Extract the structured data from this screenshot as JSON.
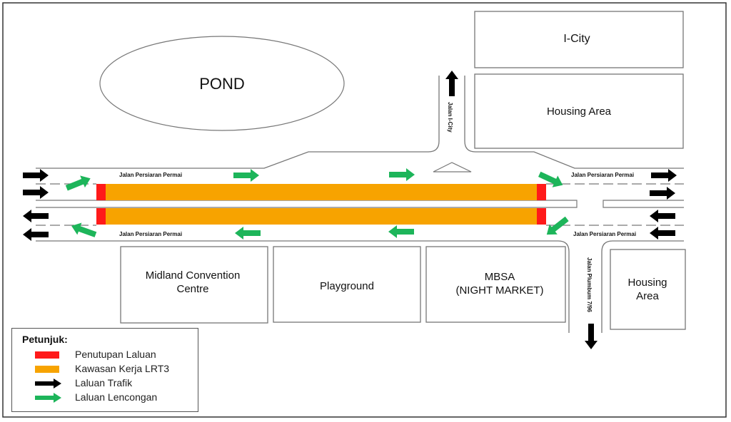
{
  "colors": {
    "closure": "#ff1a1a",
    "work_zone": "#f7a300",
    "traffic_arrow": "#000000",
    "detour_arrow": "#1db55a",
    "line": "#777777"
  },
  "landmarks": {
    "pond": "POND",
    "icity": "I-City",
    "housing_north": "Housing Area",
    "midland_line1": "Midland Convention",
    "midland_line2": "Centre",
    "playground": "Playground",
    "mbsa_line1": "MBSA",
    "mbsa_line2": "(NIGHT MARKET)",
    "housing_south_line1": "Housing",
    "housing_south_line2": "Area"
  },
  "roads": {
    "main_road": "Jalan Persiaran Permai",
    "north_road": "Jalan I-City",
    "south_road": "Jalan Plumbum 7/96"
  },
  "legend": {
    "title": "Petunjuk:",
    "items": [
      {
        "label": "Penutupan Laluan",
        "symbol": "red-bar"
      },
      {
        "label": "Kawasan Kerja LRT3",
        "symbol": "orange-bar"
      },
      {
        "label": "Laluan Trafik",
        "symbol": "black-arrow"
      },
      {
        "label": "Laluan Lencongan",
        "symbol": "green-arrow"
      }
    ]
  }
}
